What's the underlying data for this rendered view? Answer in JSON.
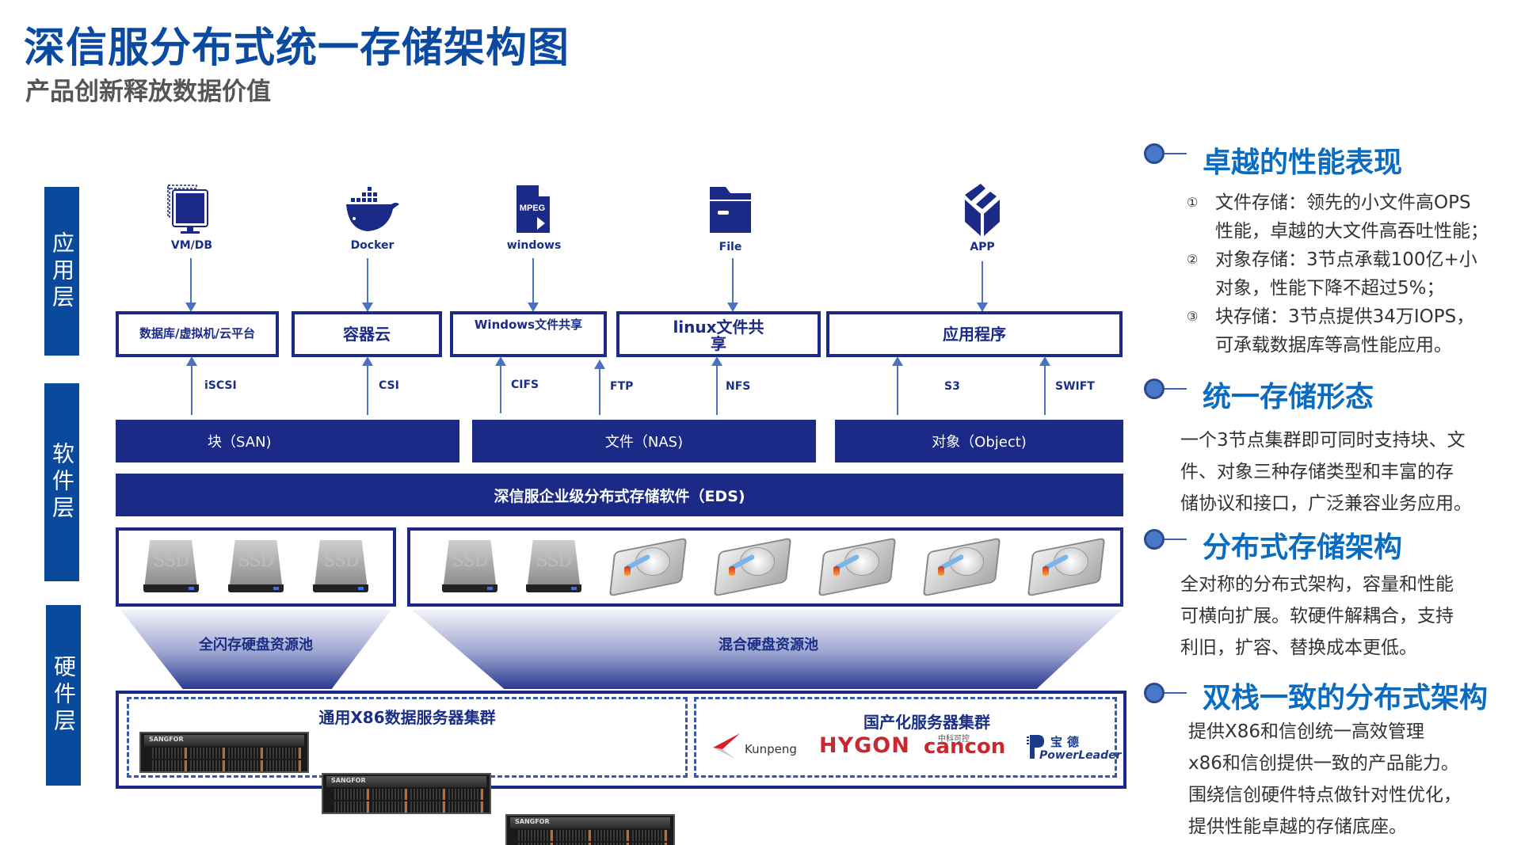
{
  "header": {
    "title": "深信服分布式统一存储架构图",
    "subtitle": "产品创新释放数据价值"
  },
  "layers": {
    "app": "应用层",
    "software": "软件层",
    "hardware": "硬件层"
  },
  "app_icons": [
    {
      "icon": "monitor-icon",
      "label": "VM/DB"
    },
    {
      "icon": "docker-icon",
      "label": "Docker"
    },
    {
      "icon": "mpeg-file-icon",
      "label": "windows"
    },
    {
      "icon": "folder-icon",
      "label": "File"
    },
    {
      "icon": "cube-app-icon",
      "label": "APP"
    }
  ],
  "app_boxes": [
    "数据库/虚拟机/云平台",
    "容器云",
    "Windows文件共享",
    "linux文件共享",
    "应用程序"
  ],
  "protocols": [
    "iSCSI",
    "CSI",
    "CIFS",
    "FTP",
    "NFS",
    "S3",
    "SWIFT"
  ],
  "storage_types": [
    "块（SAN)",
    "文件（NAS)",
    "对象（Object)"
  ],
  "eds_label": "深信服企业级分布式存储软件（EDS)",
  "pools": {
    "flash": {
      "label": "全闪存硬盘资源池",
      "disks": [
        "SSD",
        "SSD",
        "SSD"
      ]
    },
    "hybrid": {
      "label": "混合硬盘资源池",
      "disks": [
        "SSD",
        "SSD",
        "HDD",
        "HDD",
        "HDD",
        "HDD",
        "HDD"
      ]
    }
  },
  "hardware": {
    "x86_cluster_title": "通用X86数据服务器集群",
    "server_brand": "SANGFOR",
    "domestic_cluster_title": "国产化服务器集群",
    "vendors": {
      "kunpeng": "Kunpeng",
      "hygon": "HYGON",
      "cancon": "cancon",
      "cancon_sub": "中科可控",
      "powerleader_cn": "宝德",
      "powerleader_en": "PowerLeader"
    }
  },
  "features": [
    {
      "title": "卓越的性能表现",
      "items": [
        {
          "num": "①",
          "lines": [
            "文件存储：领先的小文件高OPS",
            "性能，卓越的大文件高吞吐性能；"
          ]
        },
        {
          "num": "②",
          "lines": [
            "对象存储：3节点承载100亿+小",
            "对象，性能下降不超过5%；"
          ]
        },
        {
          "num": "③",
          "lines": [
            "块存储：3节点提供34万IOPS，",
            "可承载数据库等高性能应用。"
          ]
        }
      ]
    },
    {
      "title": "统一存储形态",
      "lines": [
        "一个3节点集群即可同时支持块、文",
        "件、对象三种存储类型和丰富的存",
        "储协议和接口，广泛兼容业务应用。"
      ]
    },
    {
      "title": "分布式存储架构",
      "lines": [
        "全对称的分布式架构，容量和性能",
        "可横向扩展。软硬件解耦合，支持",
        "利旧，扩容、替换成本更低。"
      ]
    },
    {
      "title": "双栈一致的分布式架构",
      "lines": [
        "提供X86和信创统一高效管理",
        "x86和信创提供一致的产品能力。",
        "围绕信创硬件特点做针对性优化，",
        "提供性能卓越的存储底座。"
      ]
    }
  ],
  "colors": {
    "title_blue": "#0a4aa0",
    "navy": "#1a2a86",
    "feature_blue": "#0a6cc0",
    "arrow_blue": "#4a72c0",
    "vendor_red": "#c8282e"
  }
}
